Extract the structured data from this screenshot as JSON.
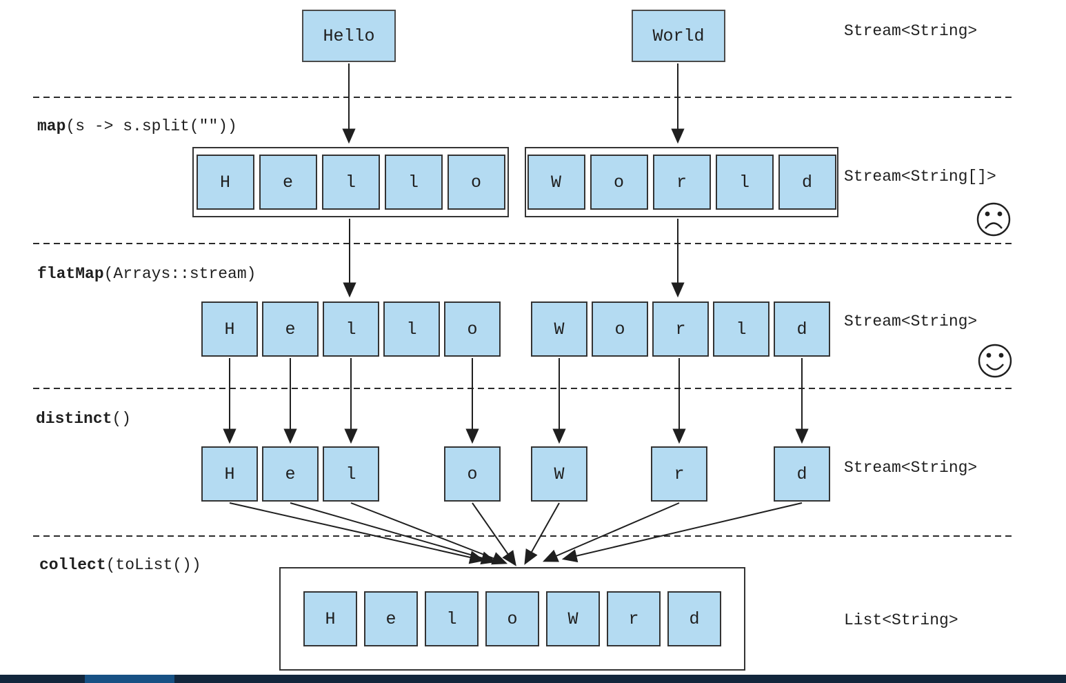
{
  "diagram": {
    "source": {
      "type_label": "Stream<String>",
      "items": [
        "Hello",
        "World"
      ]
    },
    "stages": [
      {
        "op": "map",
        "args": "(s -> s.split(\"\"))",
        "type_label": "Stream<String[]>",
        "mood": "sad-face"
      },
      {
        "op": "flatMap",
        "args": "(Arrays::stream)",
        "type_label": "Stream<String>",
        "mood": "happy-face"
      },
      {
        "op": "distinct",
        "args": "()",
        "type_label": "Stream<String>",
        "mood": ""
      },
      {
        "op": "collect",
        "args": "(toList())",
        "type_label": "List<String>",
        "mood": ""
      }
    ],
    "map_row": {
      "groups": [
        [
          "H",
          "e",
          "l",
          "l",
          "o"
        ],
        [
          "W",
          "o",
          "r",
          "l",
          "d"
        ]
      ]
    },
    "flatmap_row": {
      "groups": [
        [
          "H",
          "e",
          "l",
          "l",
          "o"
        ],
        [
          "W",
          "o",
          "r",
          "l",
          "d"
        ]
      ]
    },
    "distinct_row": [
      "H",
      "e",
      "l",
      "o",
      "W",
      "r",
      "d"
    ],
    "collect_row": [
      "H",
      "e",
      "l",
      "o",
      "W",
      "r",
      "d"
    ]
  },
  "colors": {
    "cell_fill": "#b4dbf2",
    "line": "#1f1f1f",
    "bottom_bar": "#12263c",
    "bottom_bar_accent": "#175184"
  }
}
